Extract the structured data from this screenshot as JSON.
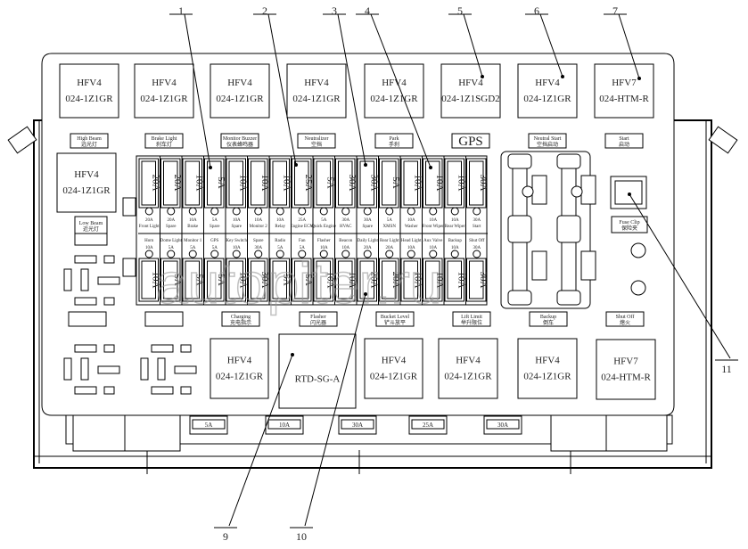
{
  "callouts": [
    {
      "num": "1"
    },
    {
      "num": "2"
    },
    {
      "num": "3"
    },
    {
      "num": "4"
    },
    {
      "num": "5"
    },
    {
      "num": "6"
    },
    {
      "num": "7"
    },
    {
      "num": "9"
    },
    {
      "num": "10"
    },
    {
      "num": "11"
    }
  ],
  "top_relays": [
    {
      "line1": "HFV4",
      "line2": "024-1Z1GR",
      "label": "High Beam",
      "label_cn": "远光灯"
    },
    {
      "line1": "HFV4",
      "line2": "024-1Z1GR",
      "label": "Brake Light",
      "label_cn": "刹车灯"
    },
    {
      "line1": "HFV4",
      "line2": "024-1Z1GR",
      "label": "Monitor Buzzer",
      "label_cn": "仪表蜂鸣器"
    },
    {
      "line1": "HFV4",
      "line2": "024-1Z1GR",
      "label": "Neutralizer",
      "label_cn": "空挡"
    },
    {
      "line1": "HFV4",
      "line2": "024-1Z1GR",
      "label": "Park",
      "label_cn": "手刹"
    },
    {
      "line1": "HFV4",
      "line2": "024-1Z1SGD2",
      "label": "GPS",
      "label_cn": ""
    },
    {
      "line1": "HFV4",
      "line2": "024-1Z1GR",
      "label": "Neutral Start",
      "label_cn": "空挡启动"
    },
    {
      "line1": "HFV7",
      "line2": "024-HTM-R",
      "label": "Start",
      "label_cn": "启动"
    }
  ],
  "left_relay": {
    "line1": "HFV4",
    "line2": "024-1Z1GR",
    "label": "Low Beam",
    "label_cn": "近光灯"
  },
  "fuses_top": [
    "20A",
    "20A",
    "10A",
    "5A",
    "10A",
    "10A",
    "10A",
    "25A",
    "5A",
    "30A",
    "30A",
    "5A",
    "10A",
    "10A",
    "10A",
    "30A"
  ],
  "fuse_labels_top": [
    {
      "a": "20A",
      "n": "Front Light"
    },
    {
      "a": "20A",
      "n": "Spare"
    },
    {
      "a": "10A",
      "n": "Brake"
    },
    {
      "a": "5A",
      "n": "Spare"
    },
    {
      "a": "10A",
      "n": "Spare"
    },
    {
      "a": "10A",
      "n": "Monitor 2"
    },
    {
      "a": "10A",
      "n": "Relay"
    },
    {
      "a": "25A",
      "n": "Engine ECM"
    },
    {
      "a": "5A",
      "n": "Quick Engine"
    },
    {
      "a": "30A",
      "n": "HVAC"
    },
    {
      "a": "30A",
      "n": "Spare"
    },
    {
      "a": "5A",
      "n": "XMSN"
    },
    {
      "a": "10A",
      "n": "Washer"
    },
    {
      "a": "10A",
      "n": "Front Wiper"
    },
    {
      "a": "10A",
      "n": "Rear Wiper"
    },
    {
      "a": "30A",
      "n": "Start"
    }
  ],
  "fuse_labels_bottom": [
    {
      "n": "Horn",
      "a": "10A"
    },
    {
      "n": "Dome Light",
      "a": "5A"
    },
    {
      "n": "Monitor 1",
      "a": "5A"
    },
    {
      "n": "GPS",
      "a": "5A"
    },
    {
      "n": "Key Switch",
      "a": "10A"
    },
    {
      "n": "Spare",
      "a": "30A"
    },
    {
      "n": "Radio",
      "a": "5A"
    },
    {
      "n": "Fan",
      "a": "5A"
    },
    {
      "n": "Flasher",
      "a": "10A"
    },
    {
      "n": "Beacon",
      "a": "10A"
    },
    {
      "n": "Daily Light",
      "a": "20A"
    },
    {
      "n": "Rear Light",
      "a": "20A"
    },
    {
      "n": "Head Light",
      "a": "10A"
    },
    {
      "n": "Aux Valve",
      "a": "10A"
    },
    {
      "n": "Backup",
      "a": "10A"
    },
    {
      "n": "Shut Off",
      "a": "30A"
    }
  ],
  "fuses_bottom": [
    "10A",
    "5A",
    "5A",
    "5A",
    "10A",
    "30A",
    "5A",
    "5A",
    "10A",
    "10A",
    "20A",
    "20A",
    "10A",
    "10A",
    "10A",
    "30A"
  ],
  "bottom_labels": [
    {
      "label": "",
      "label_cn": ""
    },
    {
      "label": "",
      "label_cn": ""
    },
    {
      "label": "Charging",
      "label_cn": "充电指示"
    },
    {
      "label": "Flasher",
      "label_cn": "闪光器"
    },
    {
      "label": "Bucket Level",
      "label_cn": "铲斗放平"
    },
    {
      "label": "Lift Limit",
      "label_cn": "举升限位"
    },
    {
      "label": "Backup",
      "label_cn": "倒车"
    },
    {
      "label": "Shut Off",
      "label_cn": "熄火"
    }
  ],
  "bottom_relays": [
    {
      "line1": "HFV4",
      "line2": "024-1Z1GR"
    },
    {
      "line1": "",
      "line2": "RTD-SG-A"
    },
    {
      "line1": "HFV4",
      "line2": "024-1Z1GR"
    },
    {
      "line1": "HFV4",
      "line2": "024-1Z1GR"
    },
    {
      "line1": "HFV4",
      "line2": "024-1Z1GR"
    },
    {
      "line1": "HFV7",
      "line2": "024-HTM-R"
    }
  ],
  "fuse_clip": {
    "label": "Fuse Clip",
    "label_cn": "保险夹"
  },
  "spare_fuses": [
    "5A",
    "10A",
    "30A",
    "25A",
    "30A"
  ],
  "watermark": "autopiter.ru"
}
